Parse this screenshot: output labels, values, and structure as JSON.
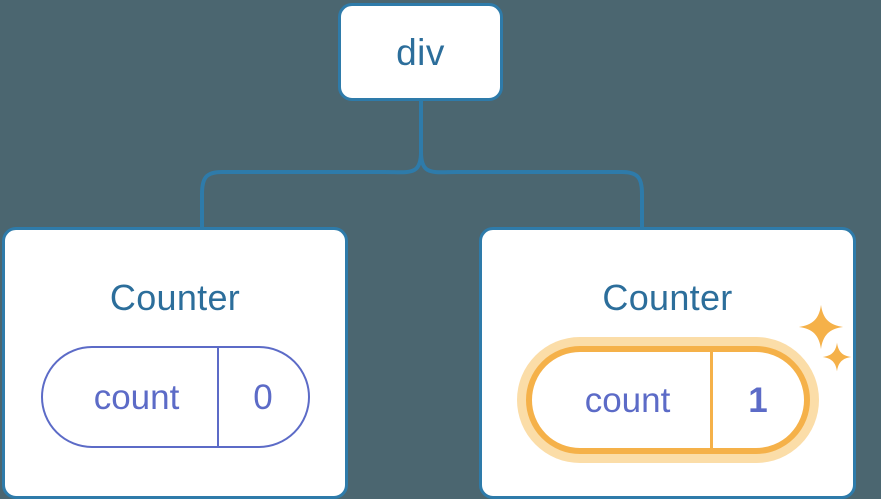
{
  "theme": {
    "background": "#4b6670",
    "card_background": "#ffffff",
    "card_border": "#2e7baa",
    "connector": "#2e7baa",
    "title_text": "#2c6e9b",
    "pill_border": "#5c6bc7",
    "pill_text": "#5c6bc7",
    "highlight_ring": "#f5b149",
    "highlight_glow": "#fbdda8",
    "sparkle": "#f5b149"
  },
  "tree": {
    "root": {
      "label": "div"
    },
    "children": [
      {
        "title": "Counter",
        "state": {
          "key": "count",
          "value": "0"
        },
        "highlighted": false
      },
      {
        "title": "Counter",
        "state": {
          "key": "count",
          "value": "1"
        },
        "highlighted": true,
        "sparkle_large": "sparkle-icon",
        "sparkle_small": "sparkle-icon"
      }
    ]
  }
}
